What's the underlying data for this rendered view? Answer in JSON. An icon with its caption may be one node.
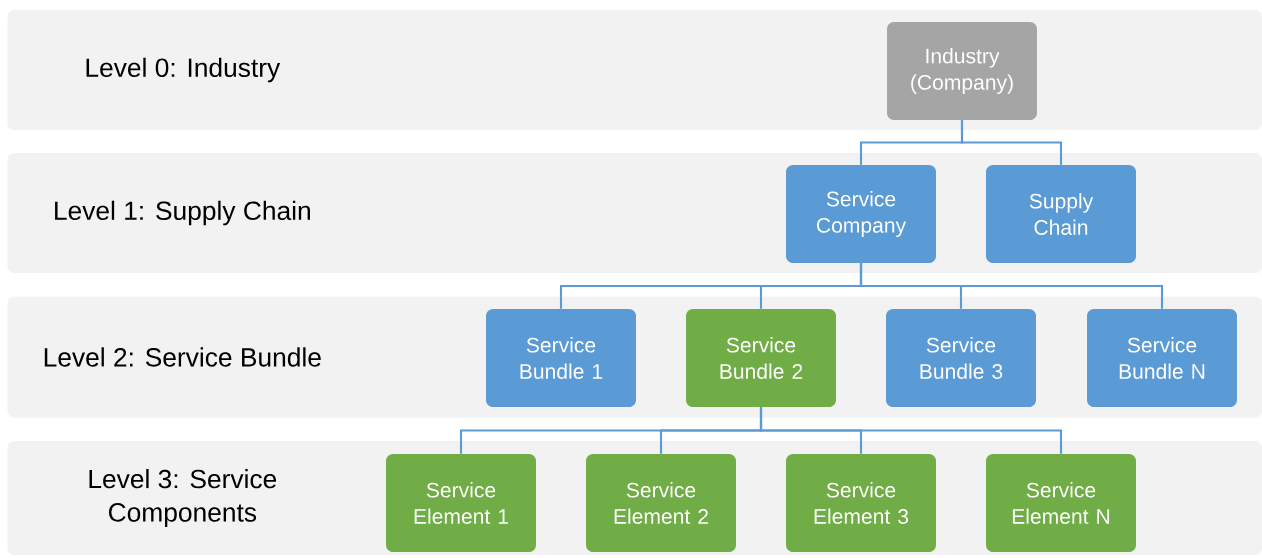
{
  "diagram": {
    "nodes": [
      {
        "text": [
          "Level 0: Industry"
        ]
      },
      {
        "text": [
          "Industry (Company)"
        ],
        "in": 0
      },
      {
        "text": [
          "Level 1: Supply Chain"
        ]
      },
      {
        "text": [
          "Service Company"
        ],
        "in": 2
      },
      {
        "text": [
          "Supply Chain"
        ],
        "in": 2
      },
      {
        "text": [
          "Level 2: Service Bundle"
        ]
      },
      {
        "text": [
          "Service Bundle 1"
        ],
        "in": 5
      },
      {
        "text": [
          "Service Bundle 2"
        ],
        "in": 5
      },
      {
        "text": [
          "Service Bundle 3"
        ],
        "in": 5
      },
      {
        "text": [
          "Service Bundle N"
        ],
        "in": 5
      },
      {
        "text": [
          "Level 3: Service Components"
        ]
      },
      {
        "text": [
          "Service Element 1"
        ],
        "in": 10
      },
      {
        "text": [
          "Service Element 2"
        ],
        "in": 10
      },
      {
        "text": [
          "Service Element 3"
        ],
        "in": 10
      },
      {
        "text": [
          "Service Element N"
        ],
        "in": 10
      }
    ],
    "edges": [
      {
        "from": 1,
        "to": 3,
        "arrow": "none"
      },
      {
        "from": 1,
        "to": 4,
        "arrow": "none"
      },
      {
        "from": 3,
        "to": 6,
        "arrow": "none"
      },
      {
        "from": 3,
        "to": 7,
        "arrow": "none"
      },
      {
        "from": 3,
        "to": 8,
        "arrow": "none"
      },
      {
        "from": 3,
        "to": 9,
        "arrow": "none"
      },
      {
        "from": 7,
        "to": 11,
        "arrow": "none"
      },
      {
        "from": 7,
        "to": 12,
        "arrow": "none"
      },
      {
        "from": 7,
        "to": 13,
        "arrow": "none"
      },
      {
        "from": 7,
        "to": 14,
        "arrow": "none"
      }
    ]
  }
}
